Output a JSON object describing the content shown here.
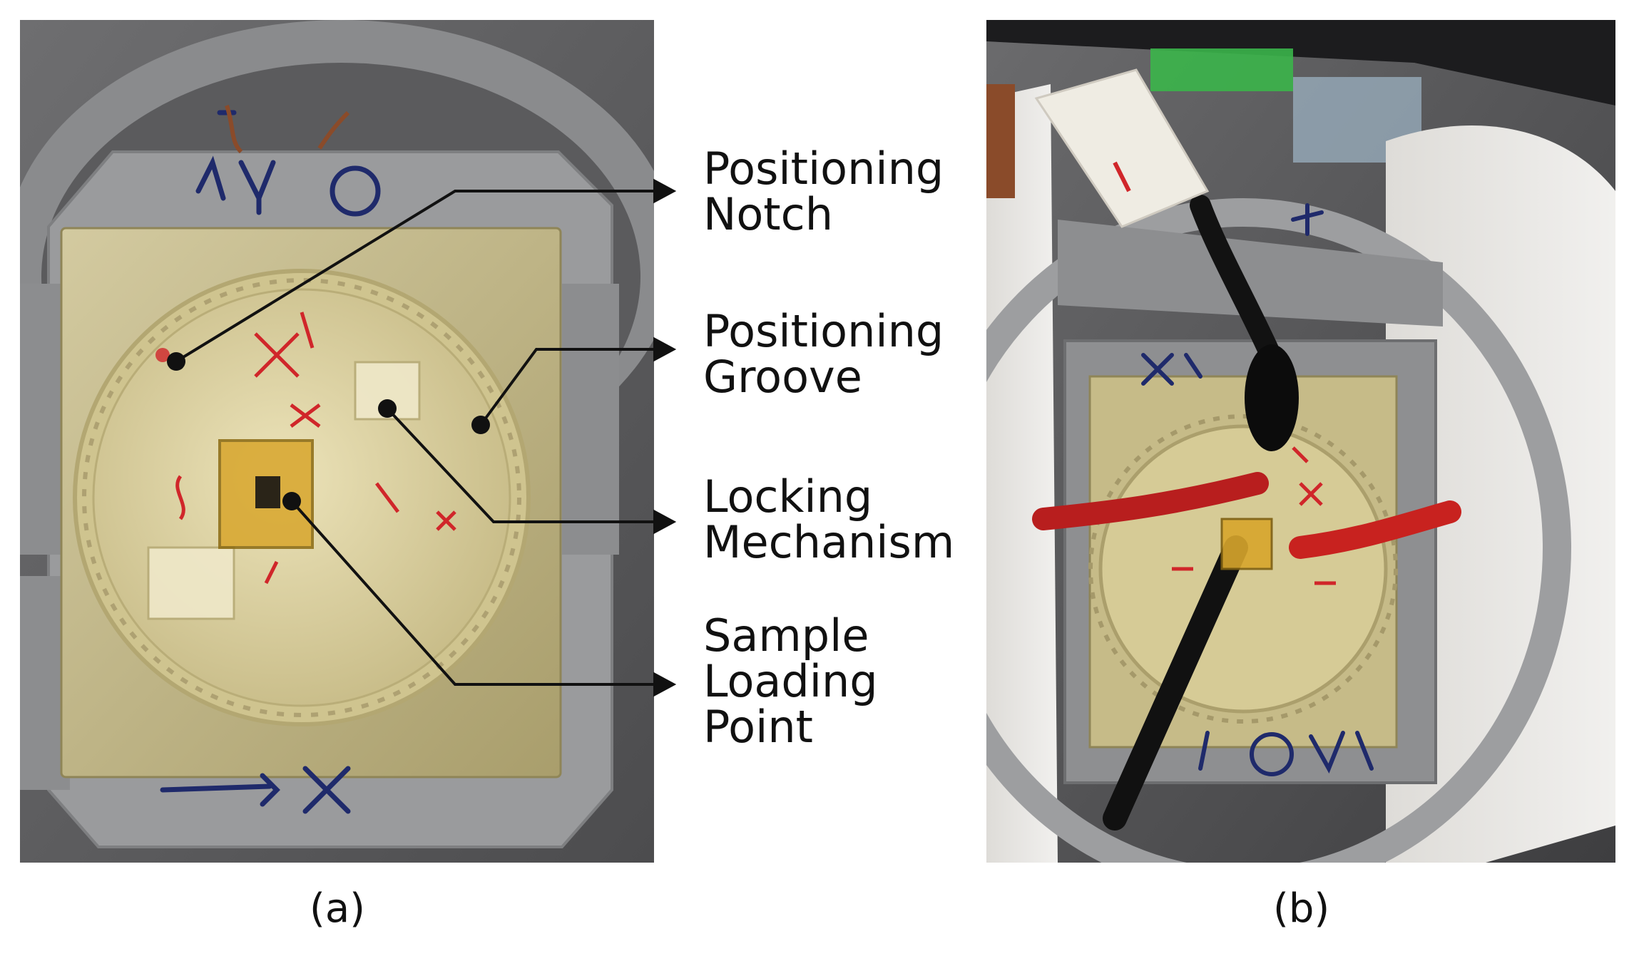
{
  "labels": {
    "positioning_notch": [
      "Positioning",
      "Notch"
    ],
    "positioning_groove": [
      "Positioning",
      "Groove"
    ],
    "locking_mechanism": [
      "Locking",
      "Mechanism"
    ],
    "sample_loading_point": [
      "Sample",
      "Loading",
      "Point"
    ]
  },
  "captions": {
    "a": "(a)",
    "b": "(b)"
  },
  "colors": {
    "background": "#ffffff",
    "leader_line": "#111111",
    "gray_frame": "#8f9092",
    "resin_plate": "#c9bf8e",
    "ink_red": "#d0262a",
    "ink_blue": "#1f2a6b",
    "wire_red": "#b81e1e"
  }
}
